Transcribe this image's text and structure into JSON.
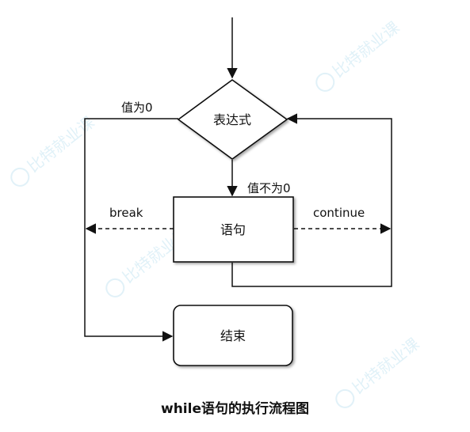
{
  "nodes": {
    "condition": "表达式",
    "statement": "语句",
    "end": "结束"
  },
  "edges": {
    "false_label": "值为0",
    "true_label": "值不为0",
    "break_label": "break",
    "continue_label": "continue"
  },
  "caption": "while语句的执行流程图",
  "watermark": "比特就业课",
  "colors": {
    "line": "#111111",
    "watermark": "#a9d8ec"
  }
}
